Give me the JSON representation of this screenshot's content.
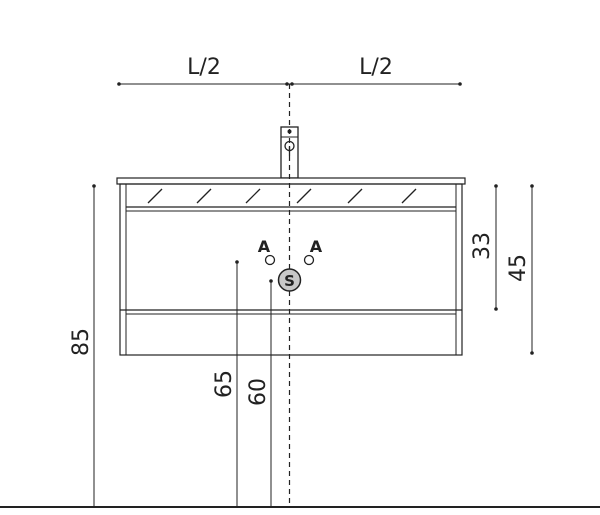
{
  "top_dimensions": {
    "left_half": "L/2",
    "right_half": "L/2"
  },
  "vertical_dimensions": {
    "overall_height": "85",
    "supply_height": "65",
    "drain_height": "60",
    "drawer_height": "33",
    "cabinet_height": "45"
  },
  "markers": {
    "supply_left": "A",
    "supply_right": "A",
    "drain": "S"
  },
  "colors": {
    "line": "#222222",
    "drain_fill": "#c8c8c8"
  }
}
